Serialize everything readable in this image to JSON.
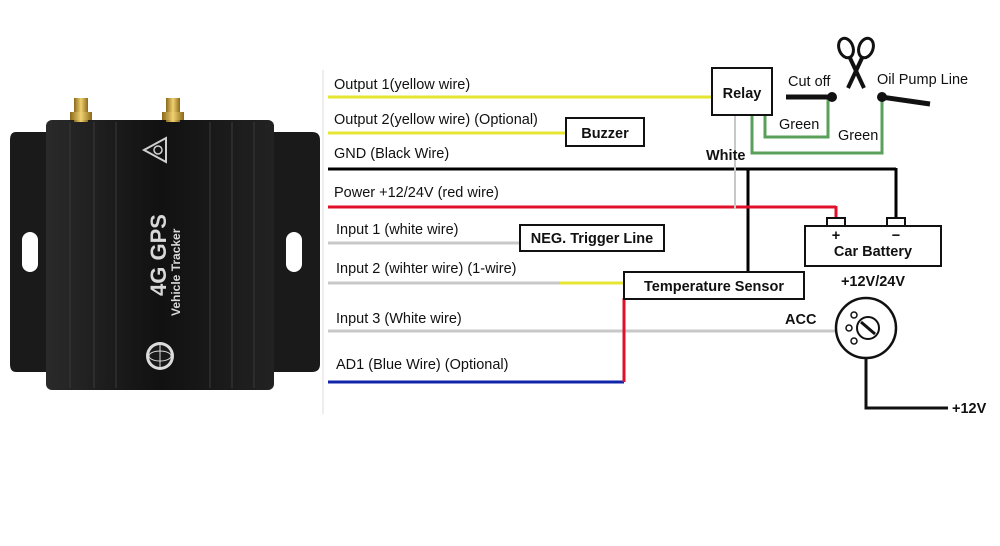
{
  "device": {
    "brand": "4G GPS",
    "subtitle": "Vehicle Tracker"
  },
  "wires": [
    {
      "label": "Output 1(yellow wire)",
      "color": "#e6e632"
    },
    {
      "label": "Output 2(yellow wire) (Optional)",
      "color": "#e6e632"
    },
    {
      "label": "GND (Black Wire)",
      "color": "#000000"
    },
    {
      "label": "Power +12/24V (red wire)",
      "color": "#e0102a"
    },
    {
      "label": "Input 1 (white wire)",
      "color": "#c8c8c8"
    },
    {
      "label": "Input 2 (wihter wire) (1-wire)",
      "color": "#c8c8c8"
    },
    {
      "label": "Input 3 (White wire)",
      "color": "#c8c8c8"
    },
    {
      "label": "AD1 (Blue Wire) (Optional)",
      "color": "#1024a8"
    }
  ],
  "components": {
    "relay": "Relay",
    "buzzer": "Buzzer",
    "neg_trigger": "NEG. Trigger Line",
    "temperature_sensor": "Temperature Sensor",
    "car_battery": "Car Battery",
    "battery_plus": "+",
    "battery_minus": "−",
    "battery_voltage": "+12V/24V"
  },
  "labels": {
    "cut_off": "Cut off",
    "oil_pump_line": "Oil Pump Line",
    "green_1": "Green",
    "green_2": "Green",
    "white": "White",
    "acc": "ACC",
    "plus12v": "+12V"
  },
  "colors": {
    "green_wire": "#5aa05a",
    "device_body": "#141414"
  }
}
